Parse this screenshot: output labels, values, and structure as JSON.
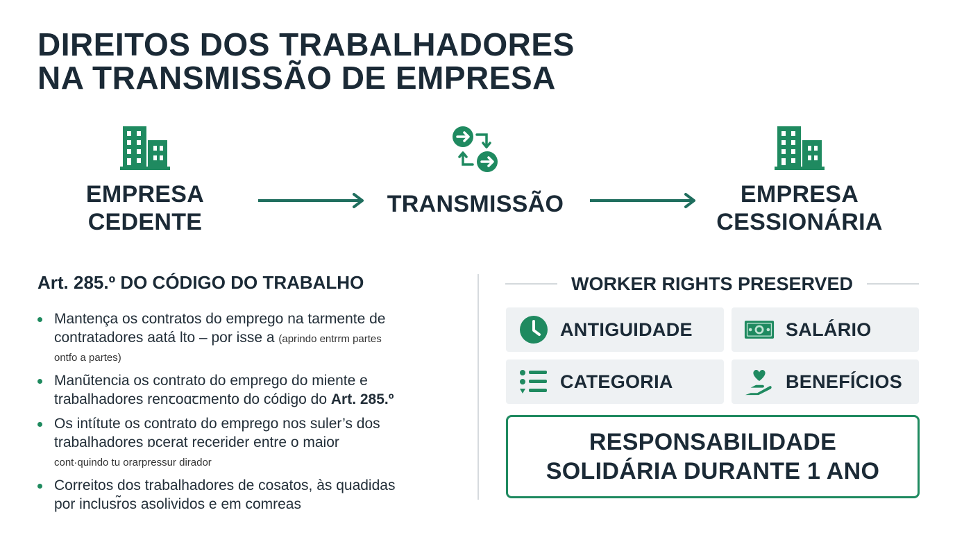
{
  "title": {
    "line1": "DIREITOS DOS TRABALHADORES",
    "line2": "NA TRANSMISSÃO DE EMPRESA"
  },
  "flow": {
    "cedente": {
      "line1": "EMPRESA",
      "line2": "CEDENTE",
      "icon": "building-icon"
    },
    "transmissao": {
      "label": "TRANSMISSÃO",
      "icon": "transfer-arrows-icon"
    },
    "cessionaria": {
      "line1": "EMPRESA",
      "line2": "CESSIONÁRIA",
      "icon": "building-icon"
    }
  },
  "article": {
    "heading": "Art. 285.º DO CÓDIGO DO TRABALHO",
    "bullets": [
      {
        "line1": "Mantença os contratos do emprego na tarmente de",
        "line2": "contratadores aatá lto – por isse a",
        "small1": "(aprindo entrrm partes",
        "small2": "ontfo a partes)"
      },
      {
        "line1": "Manũtencia os contrato do emprego do miente e",
        "line2a": "trabalhadores renꞇoɑꞇmento do código do ",
        "line2b": "Art. 285.º"
      },
      {
        "line1": "Os intítute os contrato do emprego nos suler’s dos",
        "line2": "trabalhadores ɒcerat recerider entre o maior",
        "small": "cont·quindo tu orarpressur dirador"
      },
      {
        "line1": "Correitos dos trabalhadores de cosatos, às quadidas",
        "line2": "por inclusr̃os asolividos e em comreas"
      }
    ]
  },
  "rights": {
    "heading": "WORKER RIGHTS PRESERVED",
    "items": [
      {
        "label": "ANTIGUIDADE",
        "icon": "clock-icon"
      },
      {
        "label": "SALÁRIO",
        "icon": "money-bill-icon"
      },
      {
        "label": "CATEGORIA",
        "icon": "list-icon"
      },
      {
        "label": "BENEFÍCIOS",
        "icon": "heart-hand-icon"
      }
    ],
    "responsibility": {
      "line1": "RESPONSABILIDADE",
      "line2": "SOLIDÁRIA DURANTE 1 ANO"
    }
  },
  "colors": {
    "accent": "#1f8a60",
    "text": "#1b2a36",
    "card_bg": "#eef1f3",
    "arrow": "#1f6e5e"
  }
}
